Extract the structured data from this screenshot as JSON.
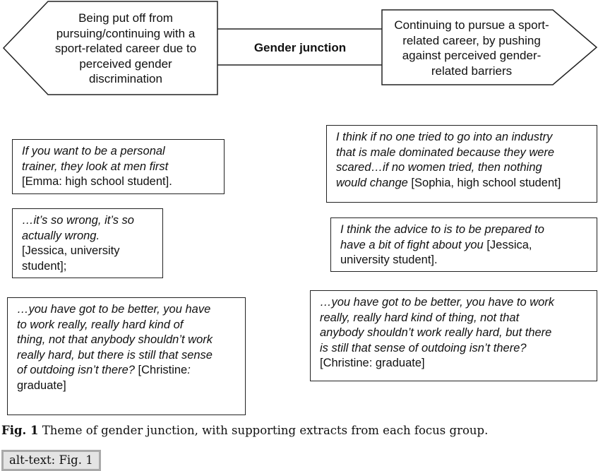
{
  "diagram": {
    "left_arrow": {
      "lines": [
        "Being put off from",
        "pursuing/continuing with a",
        "sport-related career due to",
        "perceived gender",
        "discrimination"
      ]
    },
    "center_label": "Gender junction",
    "right_arrow": {
      "lines": [
        "Continuing to pursue a sport-",
        "related career, by pushing",
        "against perceived gender-",
        "related barriers"
      ]
    }
  },
  "quotes": {
    "left": [
      {
        "italic_lines": [
          "If you want to be a personal",
          "trainer, they look at men first"
        ],
        "attribution_lines": [
          "[Emma: high school student]."
        ]
      },
      {
        "italic_lines": [
          "…it’s so wrong, it’s so",
          "actually wrong."
        ],
        "attribution_lines": [
          "[Jessica, university",
          "student];"
        ]
      },
      {
        "italic_lines": [
          "…you have got to be better, you have",
          "to work really, really hard kind of",
          "thing, not that anybody shouldn’t work",
          "really hard, but there is still that sense",
          "of outdoing isn’t there?"
        ],
        "attribution_inline": "[Christine",
        "attribution_sep": ":",
        "attribution_lines": [
          "graduate]"
        ]
      }
    ],
    "right": [
      {
        "italic_lines": [
          "I think if no one tried to go into an industry",
          "that is male dominated because they were",
          "scared…if no women tried, then nothing",
          "would change"
        ],
        "attribution_inline": "[Sophia, high school student]"
      },
      {
        "italic_lines": [
          "I think the advice to is to be prepared to",
          "have a bit of fight about you"
        ],
        "attribution_inline": "[Jessica,",
        "attribution_lines": [
          "university student]."
        ]
      },
      {
        "italic_lines": [
          "…you have got to be better, you have to work",
          "really, really hard kind of thing, not that",
          "anybody shouldn’t work really hard, but there",
          "is still that sense of outdoing isn’t there?"
        ],
        "attribution_lines": [
          "[Christine",
          ": graduate]"
        ]
      }
    ]
  },
  "caption": {
    "label": "Fig. 1",
    "text": "Theme of gender junction, with supporting extracts from each focus group."
  },
  "alt_text_button": {
    "label": "alt-text: Fig. 1"
  }
}
